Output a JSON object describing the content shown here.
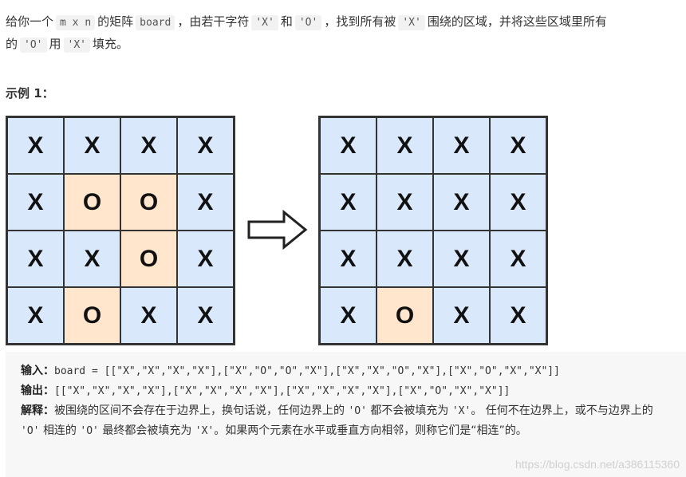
{
  "intro": {
    "t1": "给你一个",
    "code_mxn": "m x n",
    "t2": "的矩阵",
    "code_board": "board",
    "t3": "，由若干字符",
    "code_x1": "'X'",
    "t4": "和",
    "code_o1": "'O'",
    "t5": "，找到所有被",
    "code_x2": "'X'",
    "t6": "围绕的区域，并将这些区域里所有",
    "t7": "的",
    "code_o2": "'O'",
    "t8": "用",
    "code_x3": "'X'",
    "t9": "填充。"
  },
  "example": {
    "title": "示例 1："
  },
  "grid_before": [
    [
      "X",
      "X",
      "X",
      "X"
    ],
    [
      "X",
      "O",
      "O",
      "X"
    ],
    [
      "X",
      "X",
      "O",
      "X"
    ],
    [
      "X",
      "O",
      "X",
      "X"
    ]
  ],
  "grid_after": [
    [
      "X",
      "X",
      "X",
      "X"
    ],
    [
      "X",
      "X",
      "X",
      "X"
    ],
    [
      "X",
      "X",
      "X",
      "X"
    ],
    [
      "X",
      "O",
      "X",
      "X"
    ]
  ],
  "colors": {
    "x_cell": "#dae8fc",
    "o_cell": "#ffe6cc",
    "border": "#333333",
    "explain_bg": "#f7f7f7"
  },
  "explain": {
    "input_label": "输入：",
    "input_value": "board = [[\"X\",\"X\",\"X\",\"X\"],[\"X\",\"O\",\"O\",\"X\"],[\"X\",\"X\",\"O\",\"X\"],[\"X\",\"O\",\"X\",\"X\"]]",
    "output_label": "输出：",
    "output_value": "[[\"X\",\"X\",\"X\",\"X\"],[\"X\",\"X\",\"X\",\"X\"],[\"X\",\"X\",\"X\",\"X\"],[\"X\",\"O\",\"X\",\"X\"]]",
    "explanation_label": "解释：",
    "e1": "被围绕的区间不会存在于边界上，换句话说，任何边界上的",
    "e_o1": "'O'",
    "e2": "都不会被填充为",
    "e_x1": "'X'",
    "e3": "。 任何不在边界上，或不与边界上的",
    "e_o2": "'O'",
    "e4": "相连的",
    "e_o3": "'O'",
    "e5": "最终都会被填充为",
    "e_x2": "'X'",
    "e6": "。如果两个元素在水平或垂直方向相邻，则称它们是“相连”的。"
  },
  "watermark": "https://blog.csdn.net/a386115360"
}
